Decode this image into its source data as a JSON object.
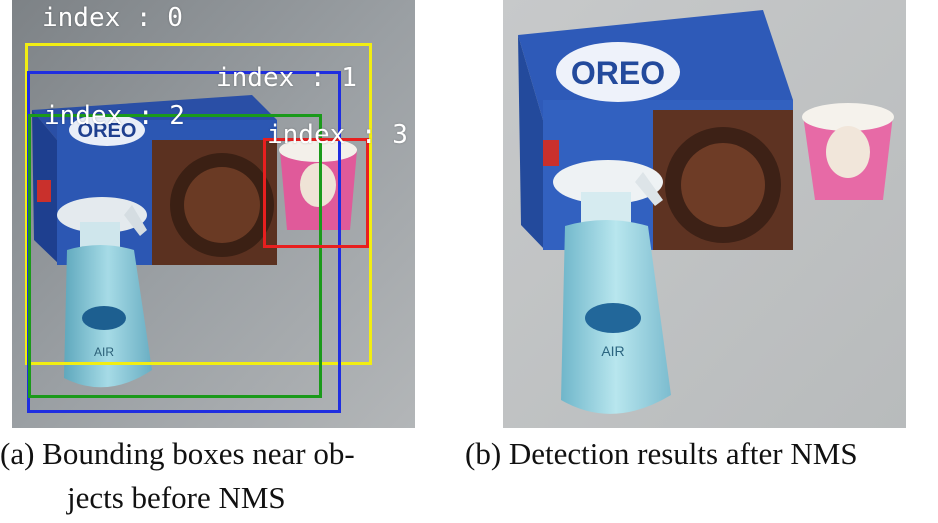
{
  "panel_a": {
    "boxes": [
      {
        "label": "index : 0",
        "color": "#f2ee12"
      },
      {
        "label": "index : 1",
        "color": "#1f2ee0"
      },
      {
        "label": "index : 2",
        "color": "#1a9a1a"
      },
      {
        "label": "index : 3",
        "color": "#e81f1f"
      }
    ],
    "caption_line1": "(a) Bounding boxes near ob-",
    "caption_line2": "jects before NMS"
  },
  "panel_b": {
    "caption": "(b) Detection results after NMS"
  },
  "scene": {
    "brand_text": "OREO",
    "bottle_text": "AIR"
  }
}
